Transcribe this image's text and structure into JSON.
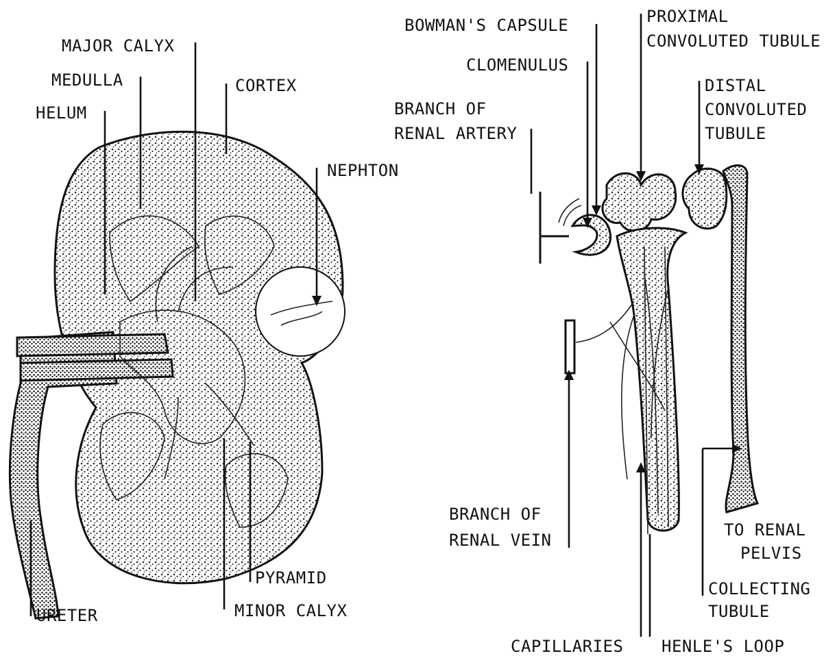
{
  "kidney_labels": {
    "major_calyx": "MAJOR CALYX",
    "medulla": "MEDULLA",
    "helum": "HELUM",
    "cortex": "CORTEX",
    "nephton": "NEPHTON",
    "pyramid": "PYRAMID",
    "minor_calyx": "MINOR CALYX",
    "ureter": "URETER"
  },
  "nephron_labels": {
    "bowmans_capsule": "BOWMAN'S CAPSULE",
    "clomenulus": "CLOMENULUS",
    "proximal_line1": "PROXIMAL",
    "proximal_line2": "CONVOLUTED TUBULE",
    "distal_line1": "DISTAL",
    "distal_line2": "CONVOLUTED",
    "distal_line3": "TUBULE",
    "artery_line1": "BRANCH OF",
    "artery_line2": "RENAL ARTERY",
    "vein_line1": "BRANCH OF",
    "vein_line2": "RENAL VEIN",
    "pelvis_line1": "TO RENAL",
    "pelvis_line2": "PELVIS",
    "collecting_line1": "COLLECTING",
    "collecting_line2": "TUBULE",
    "capillaries": "CAPILLARIES",
    "henles_loop": "HENLE'S LOOP"
  },
  "colors": {
    "ink": "#111111",
    "paper": "#ffffff",
    "stipple": "#2a2a2a"
  }
}
